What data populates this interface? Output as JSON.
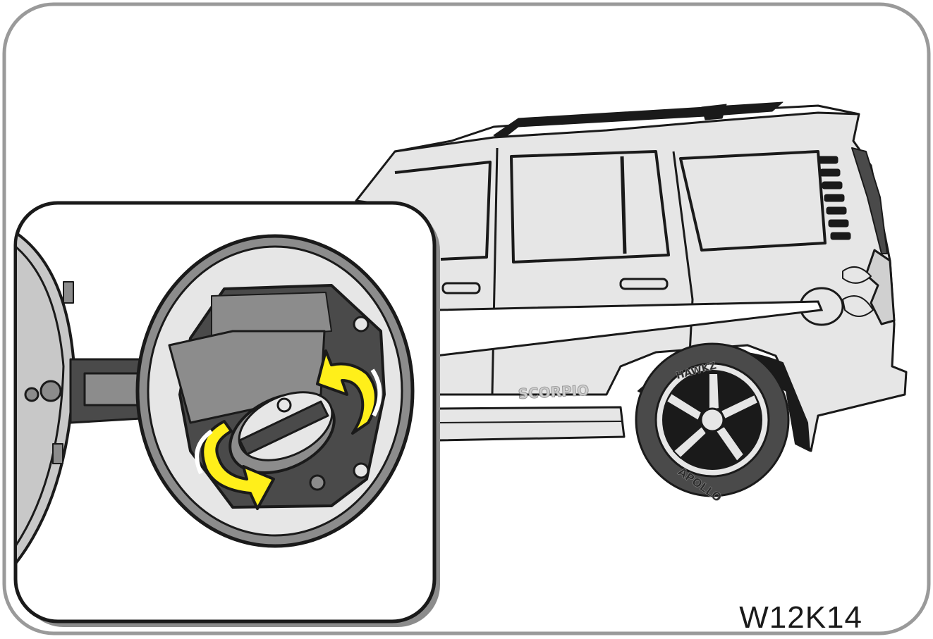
{
  "figure_code": "W12K14",
  "vehicle": {
    "badge": "SCORPIO",
    "tyre_brand": "APOLLO",
    "tyre_model": "HAWKZ"
  },
  "colors": {
    "body": "#e6e6e6",
    "outline": "#1a1a1a",
    "arrow": "#ffef1a",
    "inset_bg": "#ffffff",
    "shadow": "#8c8c8c"
  },
  "icons": {
    "rotation": "rotate-arrow-icon"
  }
}
